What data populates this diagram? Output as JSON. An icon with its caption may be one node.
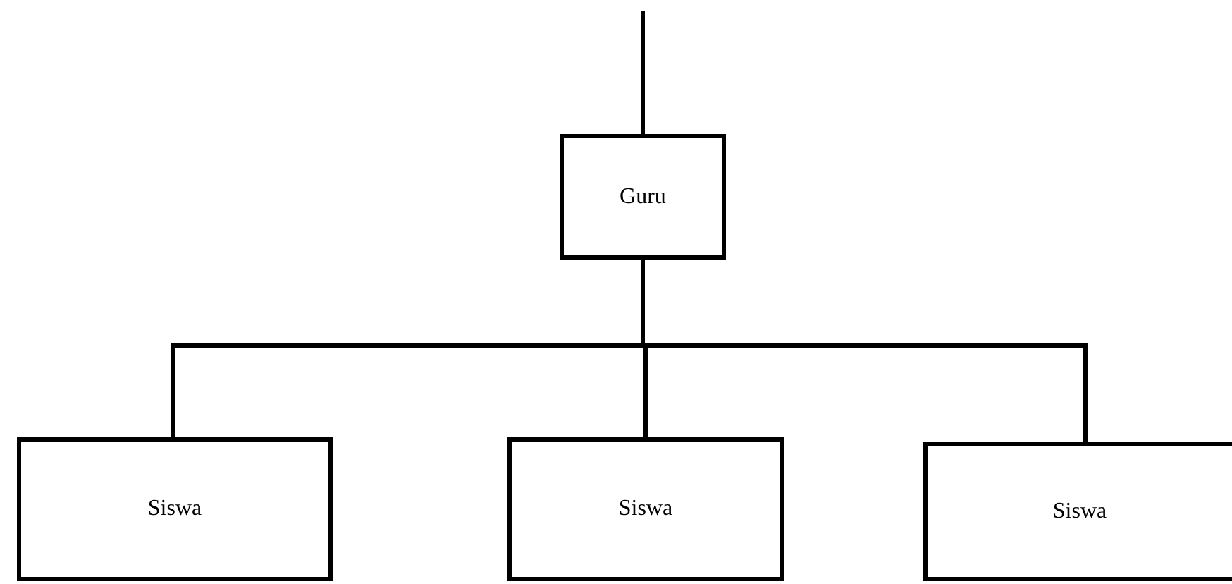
{
  "diagram": {
    "nodes": [
      {
        "text": [
          "Guru"
        ]
      },
      {
        "text": [
          "Siswa"
        ]
      },
      {
        "text": [
          "Siswa"
        ]
      },
      {
        "text": [
          "Siswa"
        ]
      }
    ],
    "edges": [
      {
        "from": null,
        "to": 0,
        "arrow": "none"
      },
      {
        "from": 0,
        "to": 1,
        "arrow": "none"
      },
      {
        "from": 0,
        "to": 2,
        "arrow": "none"
      },
      {
        "from": 0,
        "to": 3,
        "arrow": "none"
      }
    ]
  }
}
